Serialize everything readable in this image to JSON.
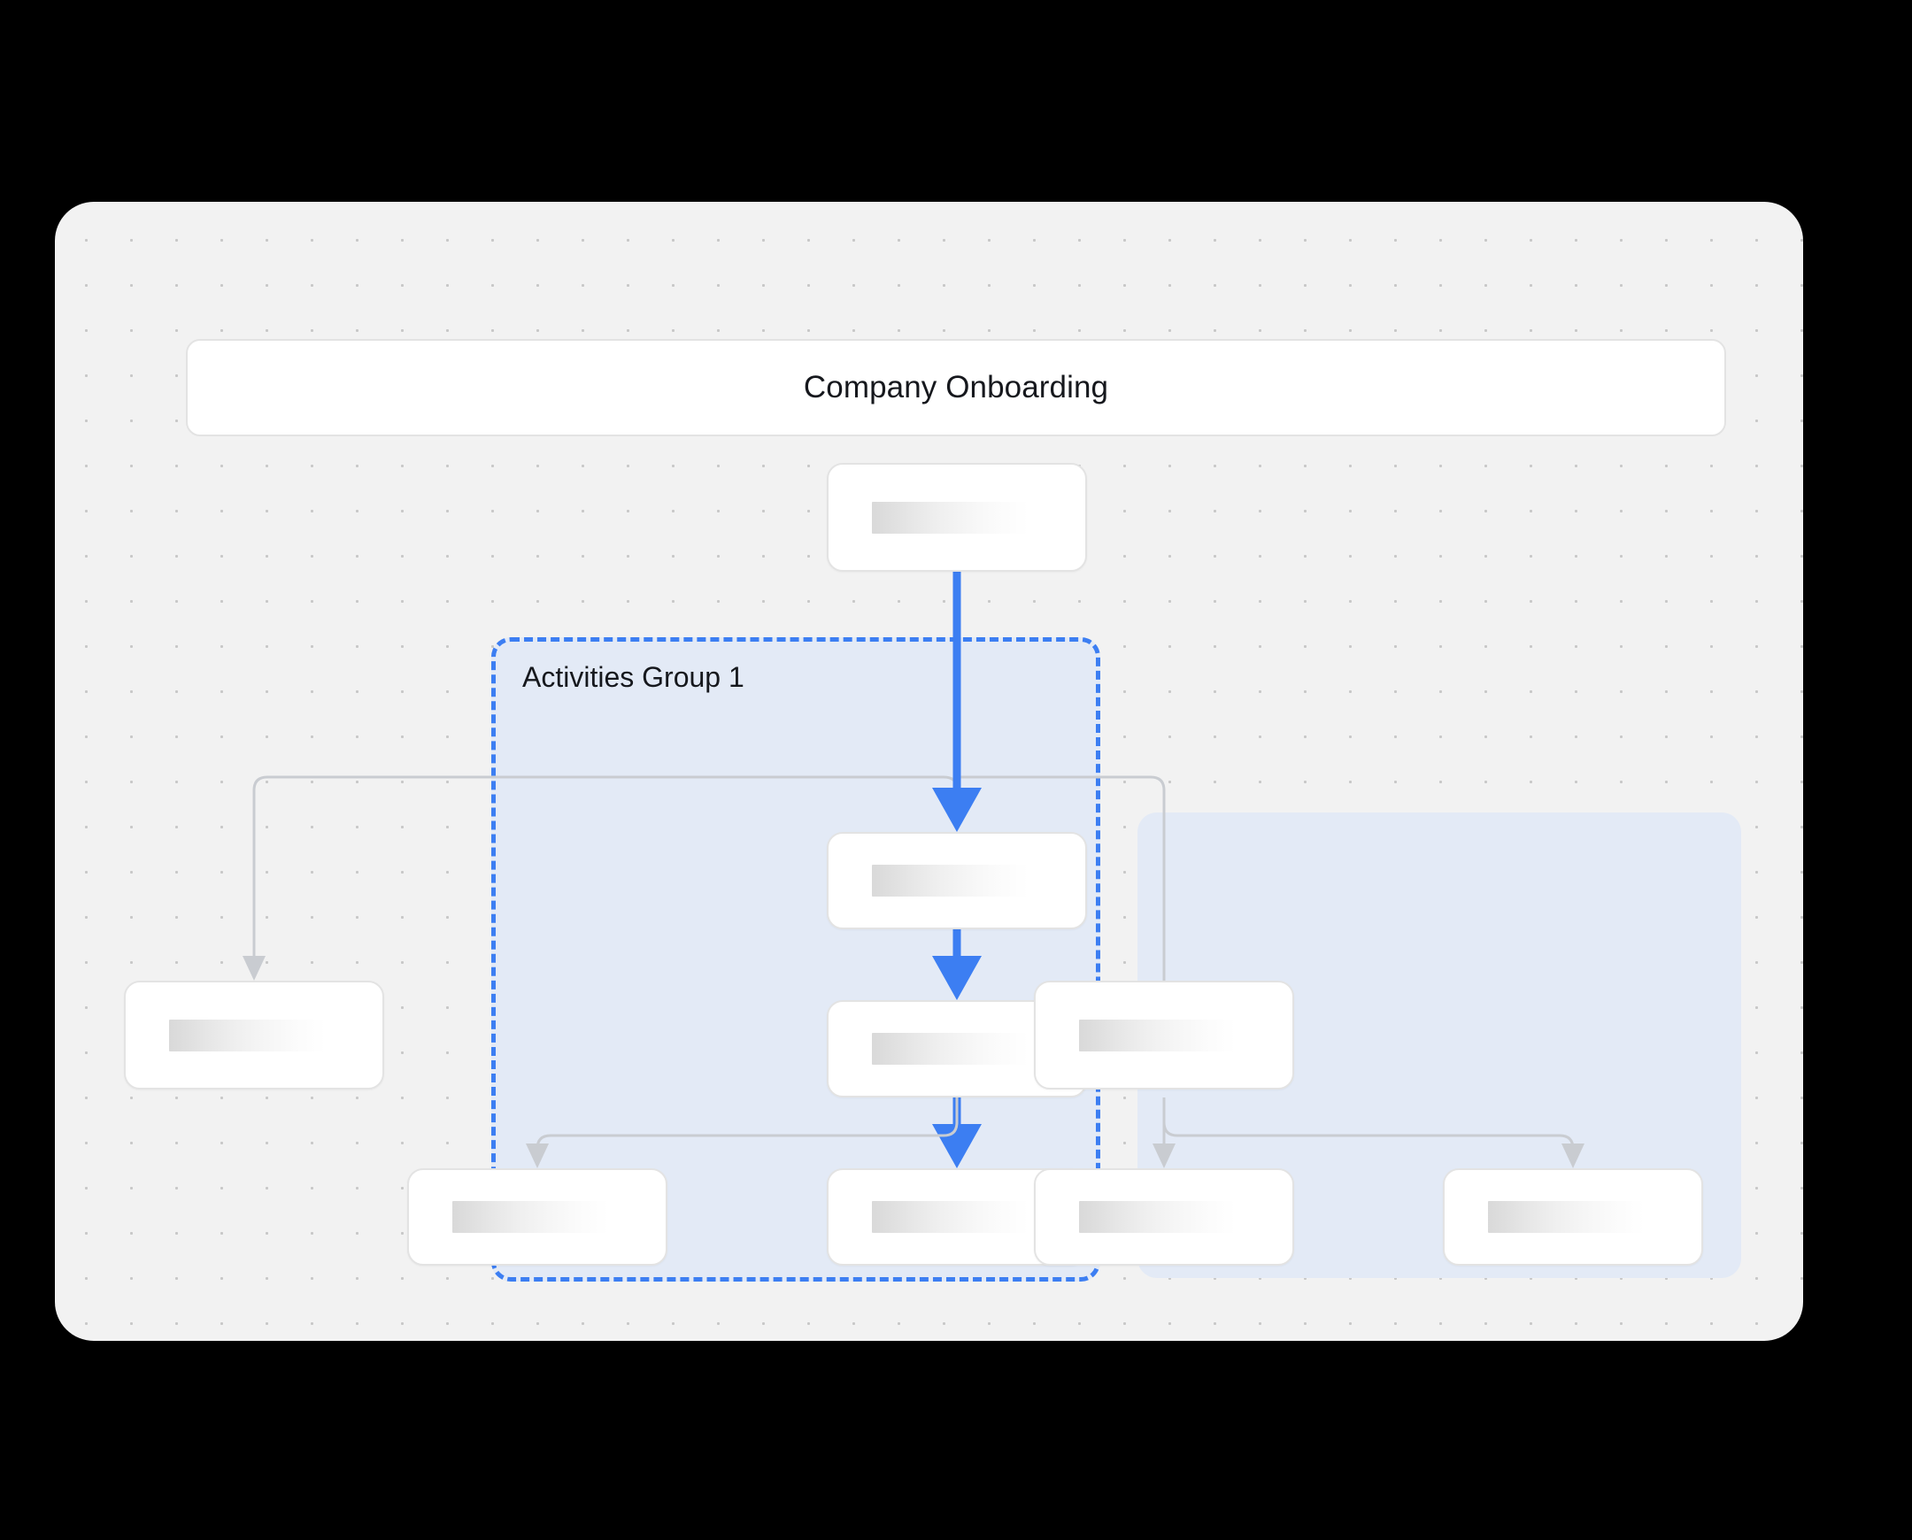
{
  "canvas": {
    "background_color": "#f2f2f2",
    "page_background_color": "#000000",
    "grid": "dot-grid"
  },
  "header": {
    "title": "Company Onboarding"
  },
  "groups": [
    {
      "id": "activities-group-1",
      "label": "Activities Group 1",
      "style": "dashed",
      "border_color": "#3c7ef2",
      "fill_color": "#e3eaf6",
      "selected": true
    },
    {
      "id": "activities-group-2",
      "label": "",
      "style": "solid",
      "fill_color": "#e3eaf6",
      "selected": false
    }
  ],
  "nodes": [
    {
      "id": "node-root",
      "label": "",
      "redacted": true
    },
    {
      "id": "node-left-leaf",
      "label": "",
      "redacted": true
    },
    {
      "id": "node-g1-top",
      "label": "",
      "redacted": true
    },
    {
      "id": "node-g1-mid",
      "label": "",
      "redacted": true
    },
    {
      "id": "node-g1-bottom-left",
      "label": "",
      "redacted": true
    },
    {
      "id": "node-g1-bottom-right",
      "label": "",
      "redacted": true
    },
    {
      "id": "node-g2-top",
      "label": "",
      "redacted": true
    },
    {
      "id": "node-g2-bottom-left",
      "label": "",
      "redacted": true
    },
    {
      "id": "node-g2-bottom-right",
      "label": "",
      "redacted": true
    }
  ],
  "edges": {
    "active_color": "#3c7ef2",
    "inactive_color": "#c9ccd1",
    "active_path": [
      "node-root",
      "node-g1-top",
      "node-g1-mid",
      "node-g1-bottom-right"
    ]
  }
}
